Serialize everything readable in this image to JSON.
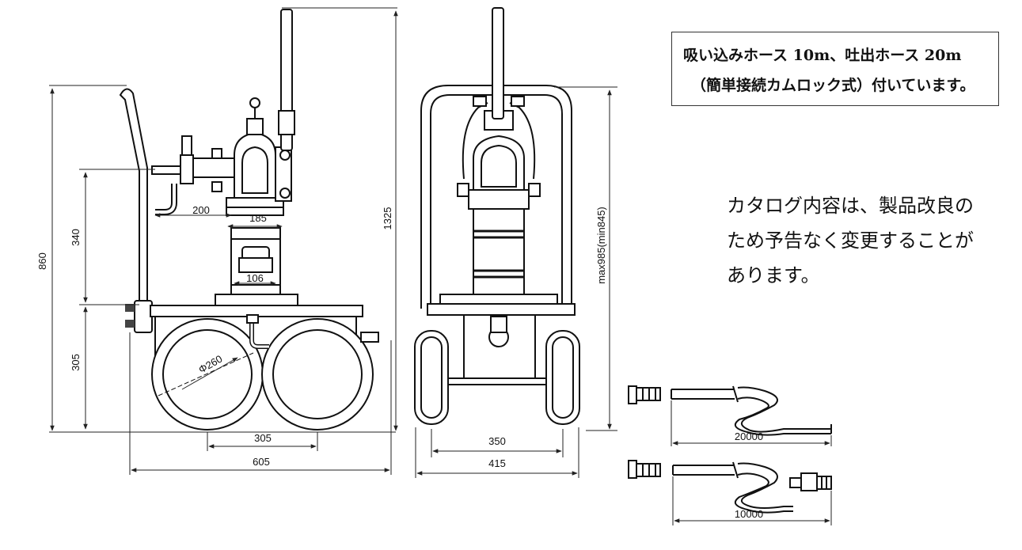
{
  "notice": {
    "line1": "吸い込みホース 10m、吐出ホース 20m",
    "line2": "（簡単接続カムロック式）付いています。"
  },
  "catalog_notice": {
    "line1": "カタログ内容は、製品改良の",
    "line2": "ため予告なく変更することが",
    "line3": "あります。"
  },
  "side_view": {
    "dim_total_height": "1325",
    "dim_height_860": "860",
    "dim_pump_340": "340",
    "dim_base_305": "305",
    "dim_outlet_200": "200",
    "dim_pump_185": "185",
    "dim_bucket_106": "106",
    "dim_wheel_diameter": "Φ260",
    "dim_wheelbase_305": "305",
    "dim_length_605": "605"
  },
  "front_view": {
    "dim_max_min": "max985(min845)",
    "dim_track_350": "350",
    "dim_width_415": "415"
  },
  "hoses": {
    "discharge_length": "20000",
    "suction_length": "10000"
  }
}
